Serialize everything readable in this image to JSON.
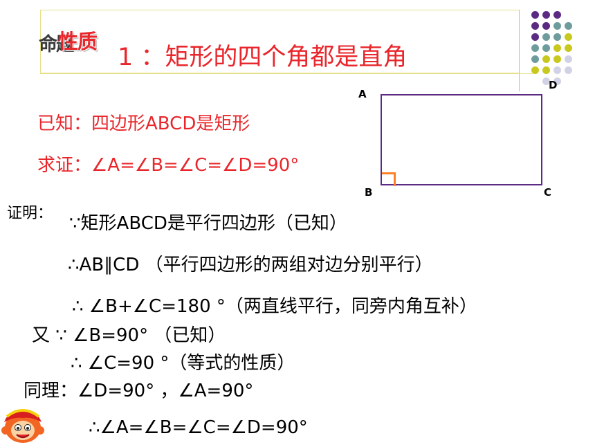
{
  "header": {
    "label_shadow": "命题",
    "label_front": "性质",
    "title": "1 ：矩形的四个角都是直角"
  },
  "figure": {
    "vertex_a": "A",
    "vertex_b": "B",
    "vertex_c": "C",
    "vertex_d": "D",
    "rect_color": "#5b2a83",
    "right_angle_color": "#ff7f27"
  },
  "given": "已知：四边形ABCD是矩形",
  "prove": "求证：∠A=∠B=∠C=∠D=90°",
  "proof": {
    "label": "证明：",
    "lines": [
      "∵矩形ABCD是平行四边形（已知）",
      "∴AB∥CD （平行四边形的两组对边分别平行）",
      "∴ ∠B+∠C=180 °（两直线平行，同旁内角互补）",
      "又 ∵ ∠B=90° （已知）",
      "∴ ∠C=90 °（等式的性质）",
      "同理：∠D=90° ，∠A=90°",
      "∴∠A=∠B=∠C=∠D=90°"
    ]
  },
  "colors": {
    "accent_red": "#e8262b",
    "dot_purple": "#5b2a83",
    "dot_teal": "#6e9c9c",
    "dot_yellow": "#c8c81e",
    "dot_lavender": "#d2d2e6"
  }
}
